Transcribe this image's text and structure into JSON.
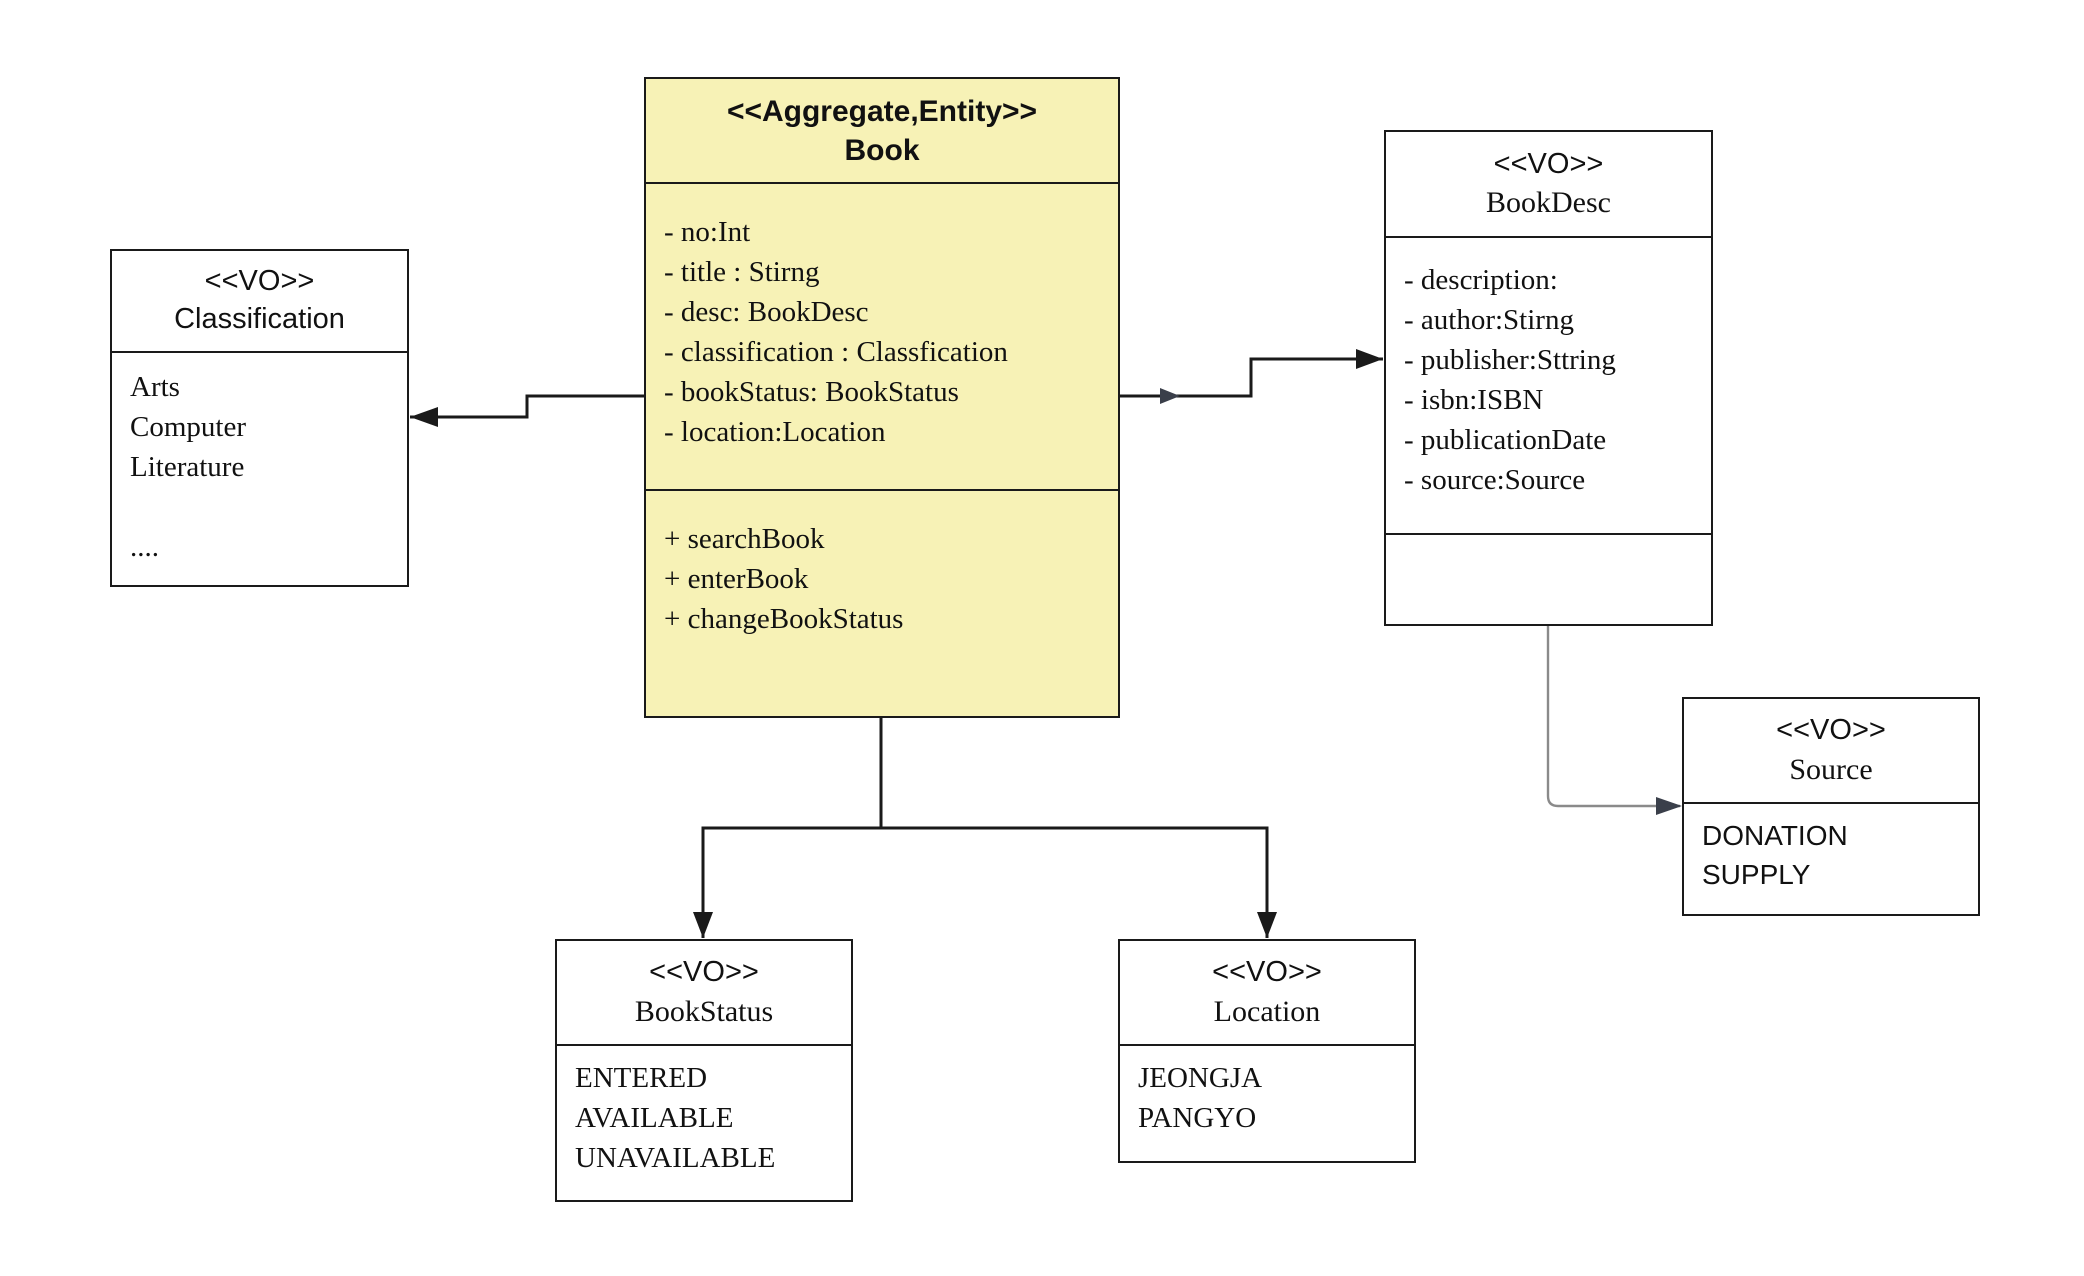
{
  "diagram": {
    "book": {
      "stereotype": "<<Aggregate,Entity>>",
      "name": "Book",
      "attributes": [
        "- no:Int",
        "- title : Stirng",
        "- desc: BookDesc",
        "- classification : Classfication",
        "- bookStatus: BookStatus",
        "- location:Location"
      ],
      "operations": [
        "+ searchBook",
        "+ enterBook",
        "+ changeBookStatus"
      ]
    },
    "classification": {
      "stereotype": "<<VO>>",
      "name": "Classification",
      "values": [
        "Arts",
        "Computer",
        "Literature",
        "...."
      ]
    },
    "book_desc": {
      "stereotype": "<<VO>>",
      "name": "BookDesc",
      "attributes": [
        "- description:",
        "- author:Stirng",
        "- publisher:Sttring",
        "- isbn:ISBN",
        "- publicationDate",
        "- source:Source"
      ]
    },
    "source": {
      "stereotype": "<<VO>>",
      "name": "Source",
      "values": [
        "DONATION",
        "SUPPLY"
      ]
    },
    "book_status": {
      "stereotype": "<<VO>>",
      "name": "BookStatus",
      "values": [
        "ENTERED",
        "AVAILABLE",
        "UNAVAILABLE"
      ]
    },
    "location": {
      "stereotype": "<<VO>>",
      "name": "Location",
      "values": [
        "JEONGJA",
        "PANGYO"
      ]
    }
  },
  "colors": {
    "entity_fill": "#f7f2b6",
    "line": "#1a1a1a",
    "connector_gray": "#8a8a8a",
    "arrow_dark": "#3a3f4a"
  }
}
